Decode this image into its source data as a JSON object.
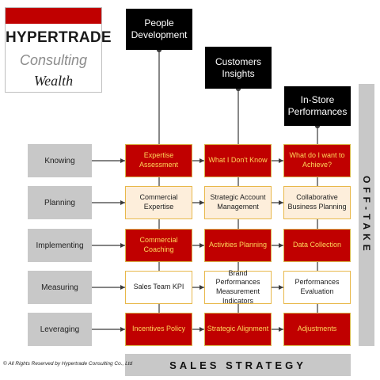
{
  "logo": {
    "line1": "HYPERTRADE",
    "line2": "Consulting",
    "line3": "Wealth",
    "accent": "#c00000"
  },
  "columns": [
    {
      "header": "People\nDevelopment"
    },
    {
      "header": "Customers\nInsights"
    },
    {
      "header": "In-Store\nPerformances"
    }
  ],
  "rows": [
    {
      "label": "Knowing",
      "cells": [
        "Expertise\nAssessment",
        "What I Don't Know",
        "What do I want to\nAchieve?"
      ]
    },
    {
      "label": "Planning",
      "cells": [
        "Commercial\nExpertise",
        "Strategic Account\nManagement",
        "Collaborative\nBusiness Planning"
      ]
    },
    {
      "label": "Implementing",
      "cells": [
        "Commercial\nCoaching",
        "Activities Planning",
        "Data Collection"
      ]
    },
    {
      "label": "Measuring",
      "cells": [
        "Sales Team KPI",
        "Brand Performances\nMeasurement\nIndicators",
        "Performances\nEvaluation"
      ]
    },
    {
      "label": "Leveraging",
      "cells": [
        "Incentives Policy",
        "Strategic Alignment",
        "Adjustments"
      ]
    }
  ],
  "side_label": "OFF-TAKE",
  "bottom_label": "SALES STRATEGY",
  "copyright": {
    "symbol": "©",
    "text": "All Rights Reserved by Hypertrade Consulting Co., Ltd"
  },
  "colors": {
    "red_cell": "#c00000",
    "red_cell_text": "#ffd75a",
    "cream_cell": "#fdeedb",
    "gold_border": "#e8b84a",
    "grey_label": "#c8c8c8",
    "header_bg": "#000000"
  }
}
